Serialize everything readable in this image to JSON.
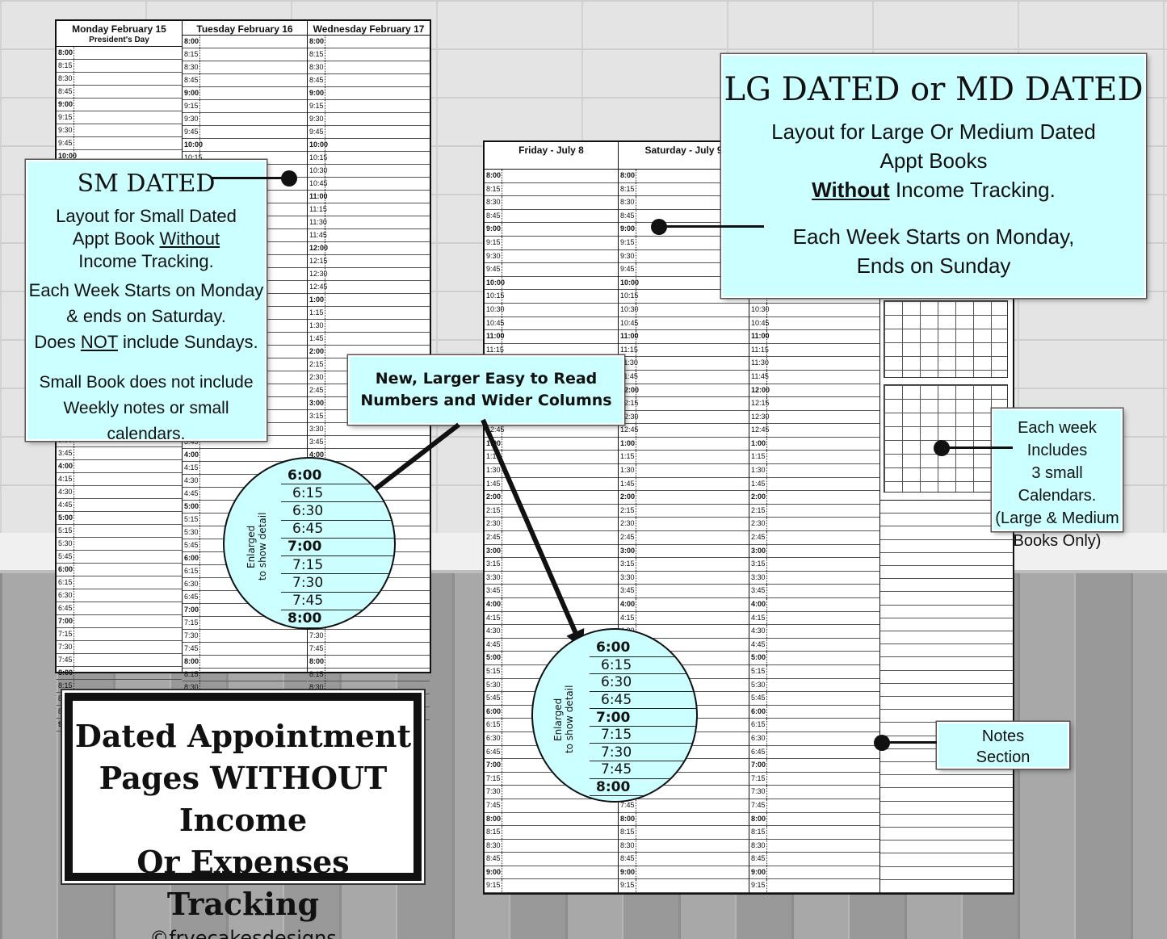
{
  "sm_page": {
    "days": [
      {
        "title": "Monday February 15",
        "subtitle": "President's  Day"
      },
      {
        "title": "Tuesday February 16",
        "subtitle": ""
      },
      {
        "title": "Wednesday February 17",
        "subtitle": ""
      }
    ],
    "times": [
      "8:00",
      "8:15",
      "8:30",
      "8:45",
      "9:00",
      "9:15",
      "9:30",
      "9:45",
      "10:00",
      "10:15",
      "10:30",
      "10:45",
      "11:00",
      "11:15",
      "11:30",
      "11:45",
      "12:00",
      "12:15",
      "12:30",
      "12:45",
      "1:00",
      "1:15",
      "1:30",
      "1:45",
      "2:00",
      "2:15",
      "2:30",
      "2:45",
      "3:00",
      "3:15",
      "3:30",
      "3:45",
      "4:00",
      "4:15",
      "4:30",
      "4:45",
      "5:00",
      "5:15",
      "5:30",
      "5:45",
      "6:00",
      "6:15",
      "6:30",
      "6:45",
      "7:00",
      "7:15",
      "7:30",
      "7:45",
      "8:00",
      "8:15",
      "8:30",
      "8:45",
      "9:00"
    ]
  },
  "lg_page": {
    "days": [
      {
        "title": "Friday - July 8"
      },
      {
        "title": "Saturday - July 9"
      },
      {
        "title": ""
      }
    ],
    "times": [
      "8:00",
      "8:15",
      "8:30",
      "8:45",
      "9:00",
      "9:15",
      "9:30",
      "9:45",
      "10:00",
      "10:15",
      "10:30",
      "10:45",
      "11:00",
      "11:15",
      "11:30",
      "11:45",
      "12:00",
      "12:15",
      "12:30",
      "12:45",
      "1:00",
      "1:15",
      "1:30",
      "1:45",
      "2:00",
      "2:15",
      "2:30",
      "2:45",
      "3:00",
      "3:15",
      "3:30",
      "3:45",
      "4:00",
      "4:15",
      "4:30",
      "4:45",
      "5:00",
      "5:15",
      "5:30",
      "5:45",
      "6:00",
      "6:15",
      "6:30",
      "6:45",
      "7:00",
      "7:15",
      "7:30",
      "7:45",
      "8:00",
      "8:15",
      "8:30",
      "8:45",
      "9:00",
      "9:15"
    ]
  },
  "sm_callout": {
    "title": "SM DATED",
    "line1": "Layout for Small Dated",
    "line2_pre": "Appt Book ",
    "line2_u": "Without",
    "line3": "Income Tracking.",
    "line4": "Each Week Starts on Monday",
    "line5": "& ends on Saturday.",
    "line6_pre": "Does ",
    "line6_u": "NOT",
    "line6_post": " include Sundays.",
    "line7": "Small Book does not include",
    "line8": "Weekly notes or small calendars."
  },
  "lg_callout": {
    "title": "LG DATED or MD DATED",
    "line1": "Layout for Large Or Medium Dated",
    "line2": "Appt Books",
    "line3_u": "Without",
    "line3_post": " Income Tracking.",
    "line4": "Each Week Starts on Monday,",
    "line5": "Ends on Sunday"
  },
  "larger_callout": {
    "line1": "New, Larger Easy to Read",
    "line2": "Numbers and Wider Columns"
  },
  "calendars_callout": {
    "line1": "Each week",
    "line2": "Includes",
    "line3": "3 small Calendars.",
    "line4": "(Large & Medium",
    "line5": "Books Only)"
  },
  "notes_callout": {
    "line1": "Notes",
    "line2": "Section"
  },
  "magnifier": {
    "label1": "Enlarged",
    "label2": "to show detail",
    "times": [
      "6:00",
      "6:15",
      "6:30",
      "6:45",
      "7:00",
      "7:15",
      "7:30",
      "7:45",
      "8:00"
    ]
  },
  "title_box": {
    "line1": "Dated Appointment",
    "line2": "Pages WITHOUT Income",
    "line3": "Or Expenses Tracking",
    "credit": "©fryecakesdesigns"
  },
  "colors": {
    "callout_bg": "#ccffff",
    "ink": "#111111"
  }
}
